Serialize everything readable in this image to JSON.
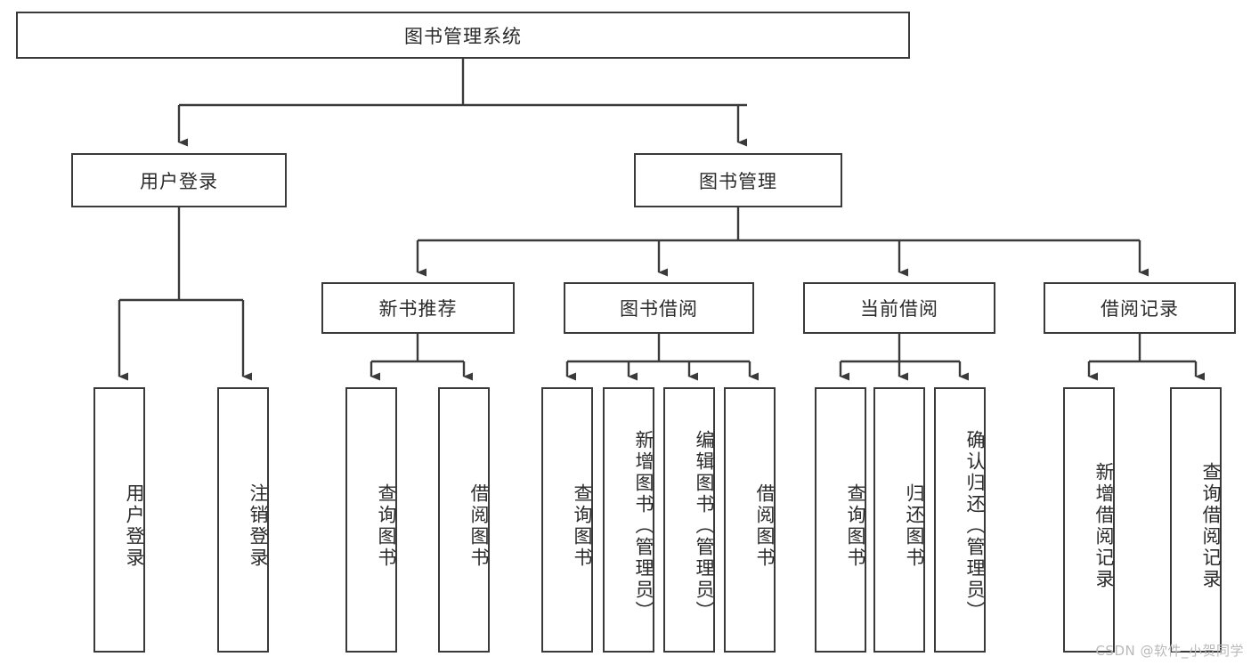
{
  "diagram": {
    "title": "图书管理系统",
    "type": "tree-hierarchy",
    "watermark": "CSDN @软件_小贺同学",
    "colors": {
      "background": "#ffffff",
      "box_border": "#3a3a3a",
      "box_fill": "#ffffff",
      "connector": "#3a3a3a",
      "text": "#2b2b2b",
      "watermark": "#b9b9b9"
    },
    "root": {
      "label": "图书管理系统"
    },
    "level2": [
      {
        "label": "用户登录"
      },
      {
        "label": "图书管理"
      }
    ],
    "level3": [
      {
        "label": "新书推荐"
      },
      {
        "label": "图书借阅"
      },
      {
        "label": "当前借阅"
      },
      {
        "label": "借阅记录"
      }
    ],
    "leaves": {
      "user_login": [
        {
          "label": "用户登录"
        },
        {
          "label": "注销登录"
        }
      ],
      "new_book_recommend": [
        {
          "label": "查询图书"
        },
        {
          "label": "借阅图书"
        }
      ],
      "book_borrow": [
        {
          "label": "查询图书"
        },
        {
          "label": "新增图书（管理员）"
        },
        {
          "label": "编辑图书（管理员）"
        },
        {
          "label": "借阅图书"
        }
      ],
      "current_borrow": [
        {
          "label": "查询图书"
        },
        {
          "label": "归还图书"
        },
        {
          "label": "确认归还（管理员）"
        }
      ],
      "borrow_record": [
        {
          "label": "新增借阅记录"
        },
        {
          "label": "查询借阅记录"
        }
      ]
    }
  }
}
